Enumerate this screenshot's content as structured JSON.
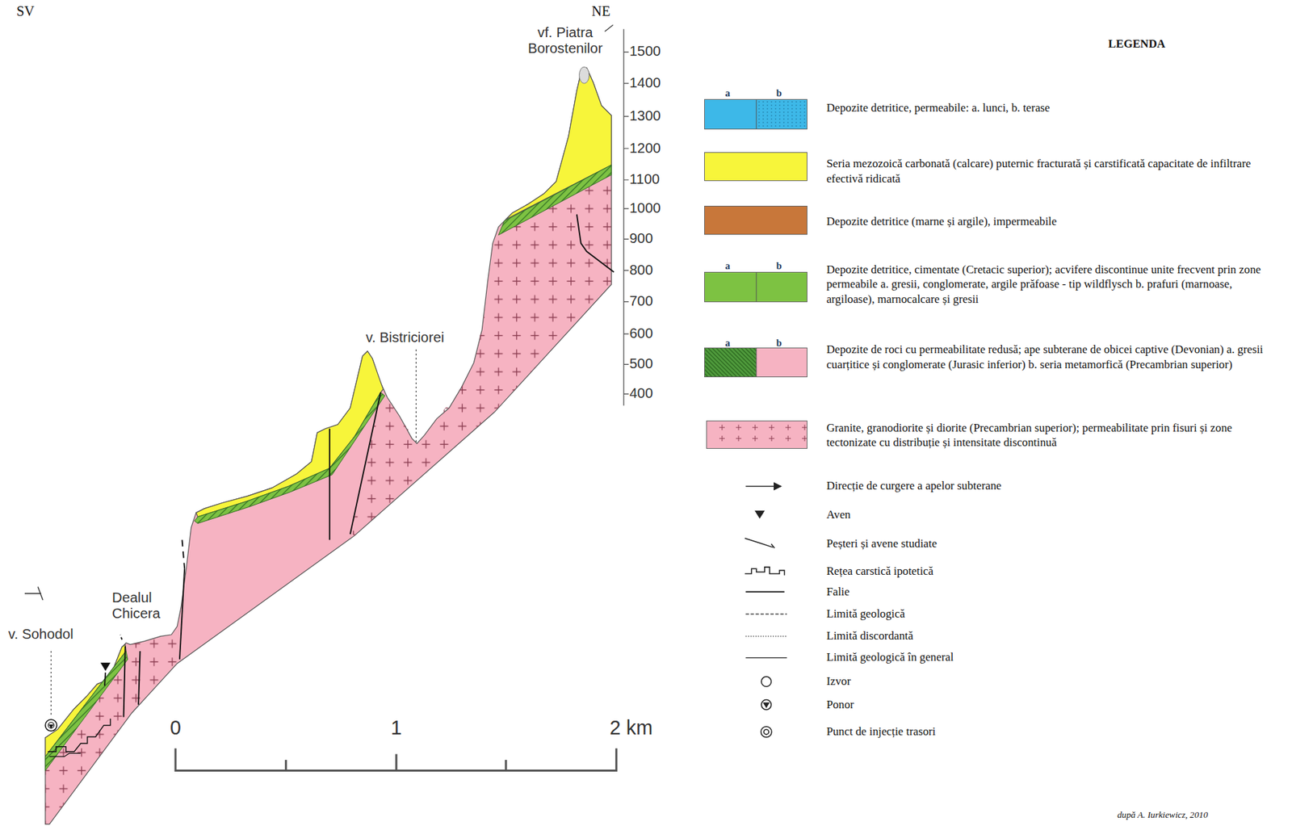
{
  "diagram": {
    "labels": [
      "SV",
      "NE",
      "vf. Piatra Borostenilor",
      "1500",
      "1400",
      "1300",
      "1200",
      "1100",
      "1000",
      "900",
      "800",
      "700",
      "600",
      "500",
      "400",
      "v. Bistriciorei",
      "Dealul Chicera",
      "v. Sohodol",
      "0",
      "1",
      "2 km",
      "LEGENDA",
      "a",
      "b",
      "a",
      "b",
      "a",
      "b",
      "după A. Iurkiewicz, 2010"
    ],
    "legend": [
      {
        "text": "Depozite detritice, permeabile: a. lunci, b. terase",
        "color": "#3db8e8"
      },
      {
        "text": "Seria mezozoică carbonată (calcare) puternic fracturată și carstificată capacitate de infiltrare efectivă ridicată",
        "color": "#f7f53a"
      },
      {
        "text": "Depozite detritice (marne și argile), impermeabile",
        "color": "#c8773a"
      },
      {
        "text": "Depozite detritice, cimentate (Cretacic superior); acvifere discontinue unite frecvent prin zone permeabile a. gresii, conglomerate, argile prăfoase - tip wildflysch b. prafuri (marnoase, argiloase), marnocalcare și gresii",
        "color": "#7dc242"
      },
      {
        "text": "Depozite de roci cu permeabilitate redusă; ape subterane de obicei captive (Devonian) a. gresii cuarțitice și conglomerate (Jurasic inferior) b. seria metamorfică (Precambrian superior)",
        "color": "#4f9a3c"
      },
      {
        "text": "Granite, granodiorite și diorite (Precambrian superior); permeabilitate prin fisuri și zone tectonizate cu distribuție și intensitate discontinuă",
        "color": "#f6b3c2"
      },
      {
        "text": "Direcție de curgere a apelor subterane"
      },
      {
        "text": "Aven"
      },
      {
        "text": "Peșteri și avene studiate"
      },
      {
        "text": "Rețea carstică ipotetică"
      },
      {
        "text": "Falie"
      },
      {
        "text": "Limită geologică"
      },
      {
        "text": "Limită discordantă"
      },
      {
        "text": "Limită geologică în general"
      },
      {
        "text": "Izvor"
      },
      {
        "text": "Ponor"
      },
      {
        "text": "Punct de injecție trasori"
      }
    ]
  }
}
